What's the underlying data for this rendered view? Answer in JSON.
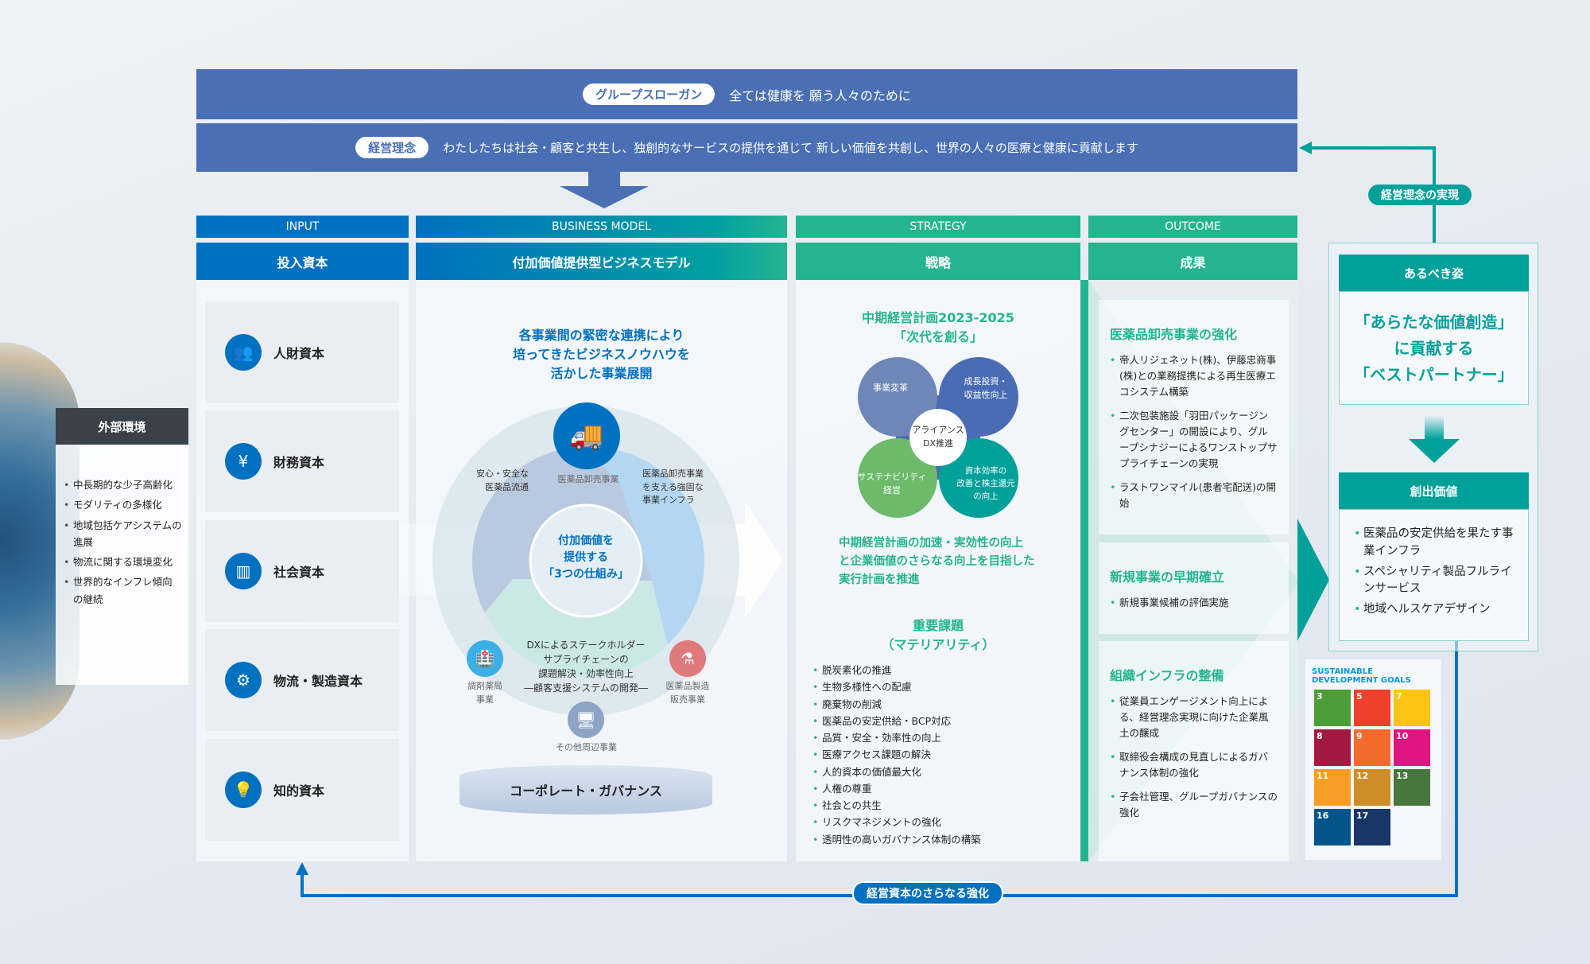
{
  "slogan": {
    "label": "グループスローガン",
    "text": "全ては健康を 願う人々のために"
  },
  "philosophy": {
    "label": "経営理念",
    "text": "わたしたちは社会・顧客と共生し、独創的なサービスの提供を通じて 新しい価値を共創し、世界の人々の医療と健康に貢献します"
  },
  "columns": [
    {
      "en": "INPUT",
      "ja": "投入資本"
    },
    {
      "en": "BUSINESS MODEL",
      "ja": "付加価値提供型ビジネスモデル"
    },
    {
      "en": "STRATEGY",
      "ja": "戦略"
    },
    {
      "en": "OUTCOME",
      "ja": "成果"
    }
  ],
  "external": {
    "title": "外部環境",
    "items": [
      "中長期的な少子高齢化",
      "モダリティの多様化",
      "地域包括ケアシステムの進展",
      "物流に関する環境変化",
      "世界的なインフレ傾向の継続"
    ]
  },
  "capitals": [
    {
      "label": "人財資本",
      "icon": "people-icon"
    },
    {
      "label": "財務資本",
      "icon": "money-icon"
    },
    {
      "label": "社会資本",
      "icon": "building-icon"
    },
    {
      "label": "物流・製造資本",
      "icon": "robot-arm-icon"
    },
    {
      "label": "知的資本",
      "icon": "idea-icon"
    }
  ],
  "business": {
    "headline": [
      "各事業間の緊密な連携により",
      "培ってきたビジネスノウハウを",
      "活かした事業展開"
    ],
    "core": [
      "付加価値を",
      "提供する",
      "「3つの仕組み」"
    ],
    "wholesale": "医薬品卸売事業",
    "left_note": [
      "安心・安全な",
      "医薬品流通"
    ],
    "right_note": [
      "医薬品卸売事業",
      "を支える強固な",
      "事業インフラ"
    ],
    "bottom_note": [
      "DXによるステークホルダー",
      "サプライチェーンの",
      "課題解決・効率性向上",
      "―顧客支援システムの開発―"
    ],
    "pharmacy": [
      "調剤薬局",
      "事業"
    ],
    "manufacturing": [
      "医薬品製造",
      "販売事業"
    ],
    "other": "その他周辺事業",
    "governance": "コーポレート・ガバナンス"
  },
  "strategy": {
    "plan_title": [
      "中期経営計画2023-2025",
      "「次代を創る」"
    ],
    "petals": {
      "tl": "事業変革",
      "tr": [
        "成長投資・",
        "収益性向上"
      ],
      "bl": [
        "サステナビリティ",
        "経営"
      ],
      "br": [
        "資本効率の",
        "改善と株主還元",
        "の向上"
      ],
      "center": [
        "アライアンス",
        "DX推進"
      ]
    },
    "plan_desc": [
      "中期経営計画の加速・実効性の向上",
      "と企業価値のさらなる向上を目指した",
      "実行計画を推進"
    ],
    "materiality_title": [
      "重要課題",
      "（マテリアリティ）"
    ],
    "materiality": [
      "脱炭素化の推進",
      "生物多様性への配慮",
      "廃棄物の削減",
      "医薬品の安定供給・BCP対応",
      "品質・安全・効率性の向上",
      "医療アクセス課題の解決",
      "人的資本の価値最大化",
      "人権の尊重",
      "社会との共生",
      "リスクマネジメントの強化",
      "透明性の高いガバナンス体制の構築"
    ]
  },
  "outcome": [
    {
      "title": "医薬品卸売事業の強化",
      "items": [
        "帝人リジェネット(株)、伊藤忠商事(株)との業務提携による再生医療エコシステム構築",
        "二次包装施設「羽田パッケージングセンター」の開設により、グループシナジーによるワンストップサプライチェーンの実現",
        "ラストワンマイル(患者宅配送)の開始"
      ]
    },
    {
      "title": "新規事業の早期確立",
      "items": [
        "新規事業候補の評価実施"
      ]
    },
    {
      "title": "組織インフラの整備",
      "items": [
        "従業員エンゲージメント向上による、経営理念実現に向けた企業風土の醸成",
        "取締役会構成の見直しによるガバナンス体制の強化",
        "子会社管理、グループガバナンスの強化"
      ]
    }
  ],
  "vision": {
    "header": "あるべき姿",
    "text": [
      "「あらたな価値創造」",
      "に貢献する",
      "「ベストパートナー」"
    ]
  },
  "value": {
    "header": "創出価値",
    "items": [
      "医薬品の安定供給を果たす事業インフラ",
      "スペシャリティ製品フルラインサービス",
      "地域ヘルスケアデザイン"
    ]
  },
  "loop_top": "経営理念の実現",
  "loop_bottom": "経営資本のさらなる強化",
  "sdgs": {
    "logo": "SUSTAINABLE DEVELOPMENT GOALS",
    "goals": [
      {
        "n": "3",
        "color": "#4c9f38"
      },
      {
        "n": "5",
        "color": "#ef402b"
      },
      {
        "n": "7",
        "color": "#fbc412"
      },
      {
        "n": "8",
        "color": "#a21942"
      },
      {
        "n": "9",
        "color": "#f26a2d"
      },
      {
        "n": "10",
        "color": "#e01483"
      },
      {
        "n": "11",
        "color": "#f99d26"
      },
      {
        "n": "12",
        "color": "#cf8d2a"
      },
      {
        "n": "13",
        "color": "#48773e"
      },
      {
        "n": "16",
        "color": "#02558b"
      },
      {
        "n": "17",
        "color": "#183668"
      }
    ]
  }
}
